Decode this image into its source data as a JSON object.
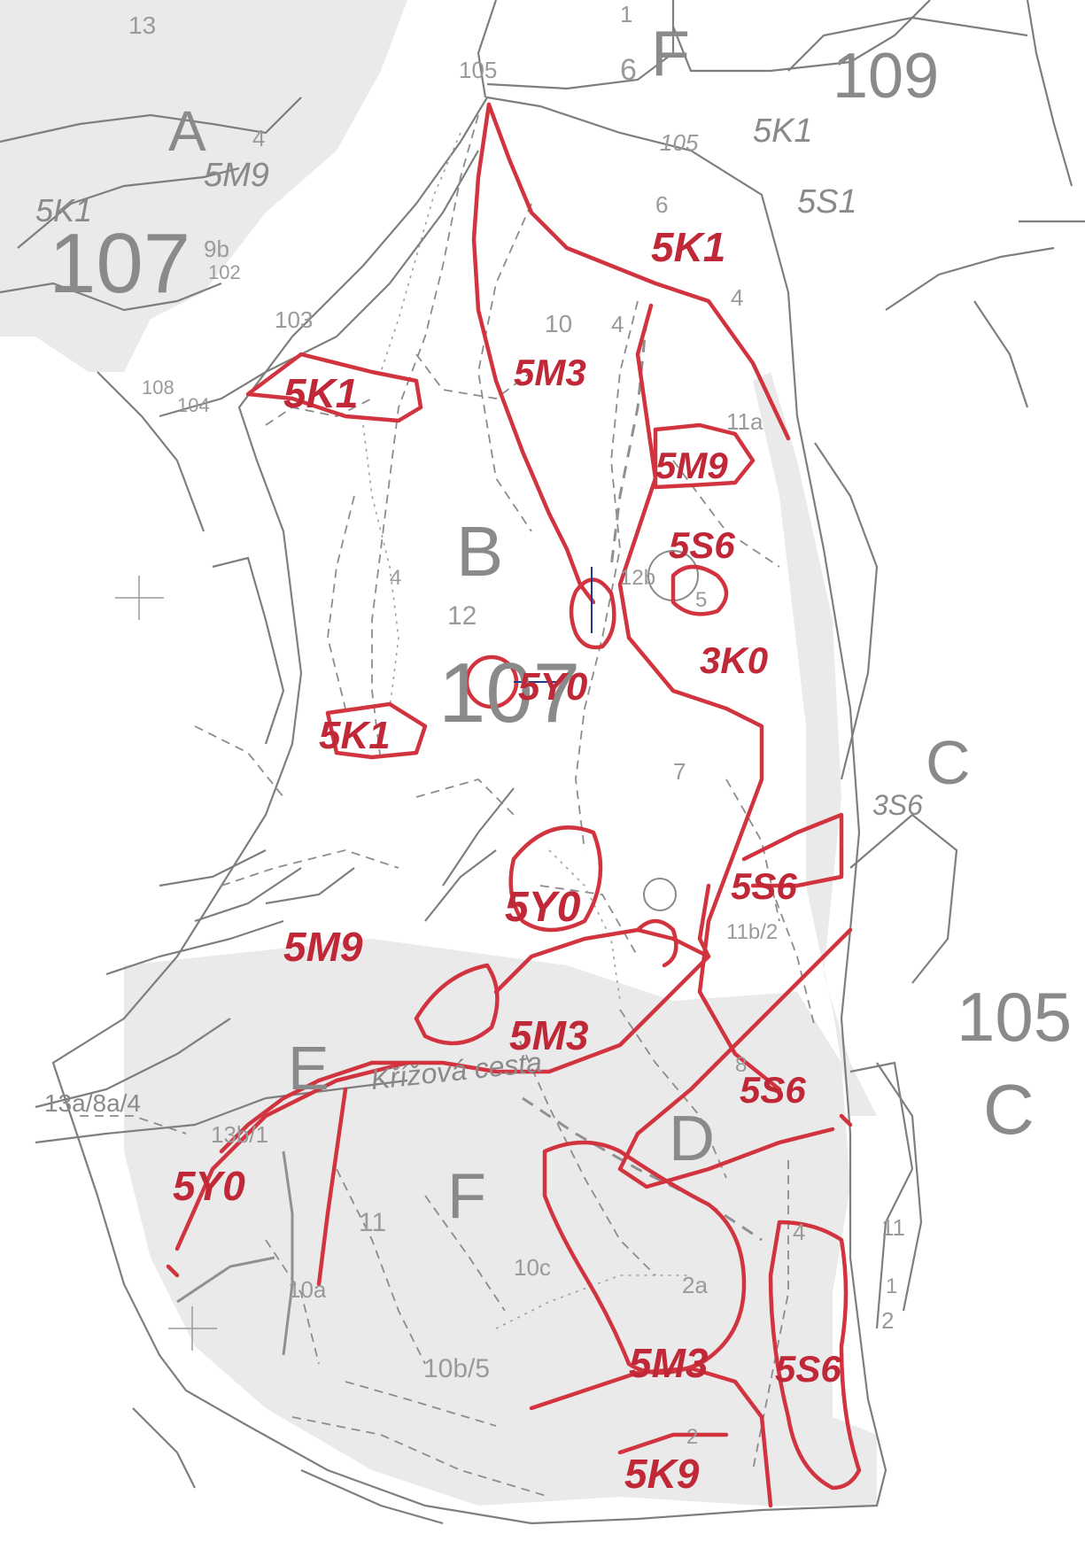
{
  "colors": {
    "linework": "#7e7e7e",
    "stand_boundary": "#d2343f",
    "stand_label": "#c02838",
    "paper": "#ffffff"
  },
  "big_numbers": {
    "n107_top": "107",
    "n107_center": "107",
    "n105_right": "105",
    "n109_top": "109"
  },
  "letters": {
    "A": "A",
    "B": "B",
    "C": "C",
    "C2": "C",
    "D": "D",
    "E": "E",
    "F_top": "F",
    "F": "F"
  },
  "red_labels": {
    "k1_top": "5K1",
    "k1_left": "5K1",
    "k1_mid": "5K1",
    "m3_top": "5M3",
    "m9_upper": "5M9",
    "s6_upper": "5S6",
    "k0": "3K0",
    "y0_center": "5Y0",
    "y0_mid": "5Y0",
    "m9_left": "5M9",
    "s6_right": "5S6",
    "m3_mid": "5M3",
    "s6_lower": "5S6",
    "y0_left": "5Y0",
    "m3_bottom": "5M3",
    "s6_bottom": "5S6",
    "k9": "5K9"
  },
  "gray_codes": {
    "c13": "13",
    "c5m9": "5M9",
    "c5k1_tl": "5K1",
    "c4a": "4",
    "c105": "105",
    "c1": "1",
    "c6a": "6",
    "c5k1_tr": "5K1",
    "c105b": "105",
    "c5s1": "5S1",
    "c6b": "6",
    "c4b": "4",
    "c9b": "9b",
    "c102": "102",
    "c103": "103",
    "c108": "108",
    "c104": "104",
    "c10": "10",
    "c4c": "4",
    "c11a": "11a",
    "c12": "12",
    "c12b": "12b",
    "c5": "5",
    "c4d": "4",
    "c3s6": "3S6",
    "c7": "7",
    "c11b2": "11b/2",
    "c8": "8",
    "c13a8a4": "13a/8a/4",
    "c13b": "13b/1",
    "c11": "11",
    "c10a": "10a",
    "c10b5": "10b/5",
    "c10c": "10c",
    "c2a": "2a",
    "c4e": "4",
    "c11r": "11",
    "c2": "2",
    "c2b": "2",
    "road": "Křížová cesta",
    "c1r": "1"
  }
}
